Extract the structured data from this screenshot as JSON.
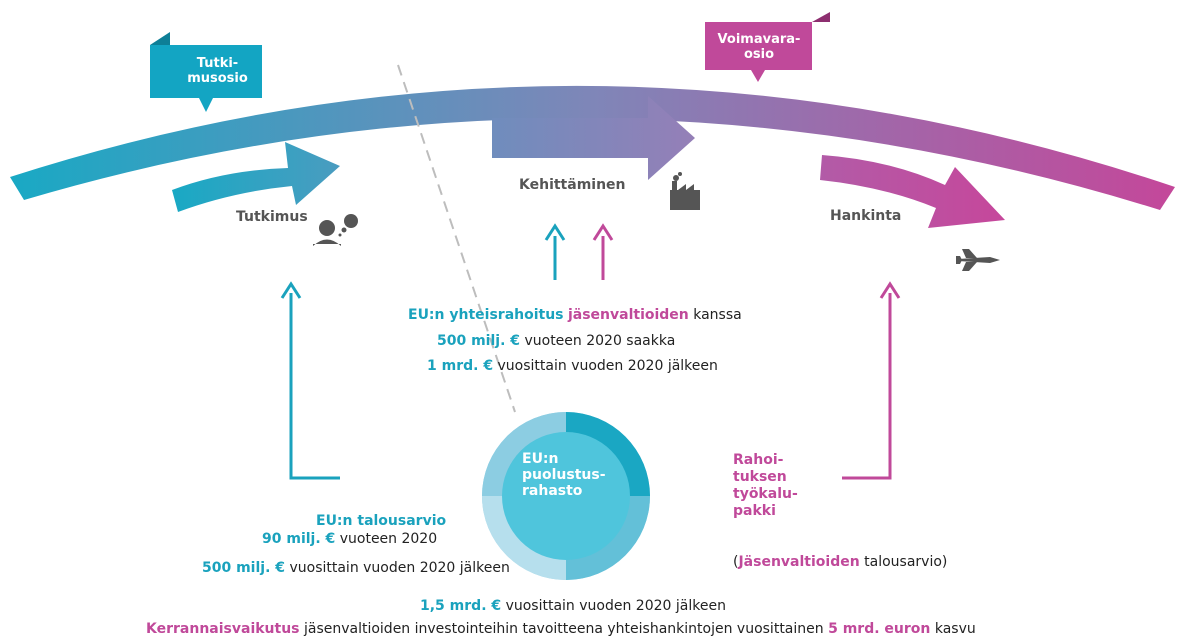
{
  "phases": {
    "research_tab": [
      "Tutki-",
      "musosio"
    ],
    "capability_tab": [
      "Voimavara-",
      "osio"
    ]
  },
  "stages": {
    "research": "Tutkimus",
    "development": "Kehittäminen",
    "acquisition": "Hankinta"
  },
  "cofinancing": {
    "prefix": "EU:n yhteisrahoitus",
    "highlight": "jäsenvaltioiden",
    "suffix": "kanssa",
    "line2_amount": "500 milj. €",
    "line2_text": "vuoteen 2020 saakka",
    "line3_amount": "1 mrd. €",
    "line3_text": "vuosittain vuoden 2020 jälkeen"
  },
  "fund": {
    "lines": [
      "EU:n",
      "puolustus-",
      "rahasto"
    ]
  },
  "eu_budget": {
    "title": "EU:n talousarvio",
    "line2_amount": "90 milj. €",
    "line2_text": "vuoteen 2020",
    "line3_amount": "500 milj. €",
    "line3_text": "vuosittain vuoden 2020 jälkeen"
  },
  "toolbox": {
    "lines": [
      "Rahoi-",
      "tuksen",
      "työkalu-",
      "pakki"
    ],
    "note_open": "(",
    "note_highlight": "Jäsenvaltioiden",
    "note_rest": " talousarvio)"
  },
  "total": {
    "amount": "1,5 mrd. €",
    "text": "vuosittain vuoden 2020 jälkeen"
  },
  "leverage": {
    "highlight1": "Kerrannaisvaikutus",
    "text1": "jäsenvaltioiden investointeihin tavoitteena yhteishankintojen vuosittainen",
    "highlight2": "5 mrd. euron",
    "text2": "kasvu"
  },
  "colors": {
    "teal": "#1aa2bd",
    "magenta": "#c0499a",
    "circle_light": "#4fc5dc"
  },
  "icons": [
    "person-thinking-icon",
    "factory-icon",
    "fighter-jet-icon"
  ]
}
